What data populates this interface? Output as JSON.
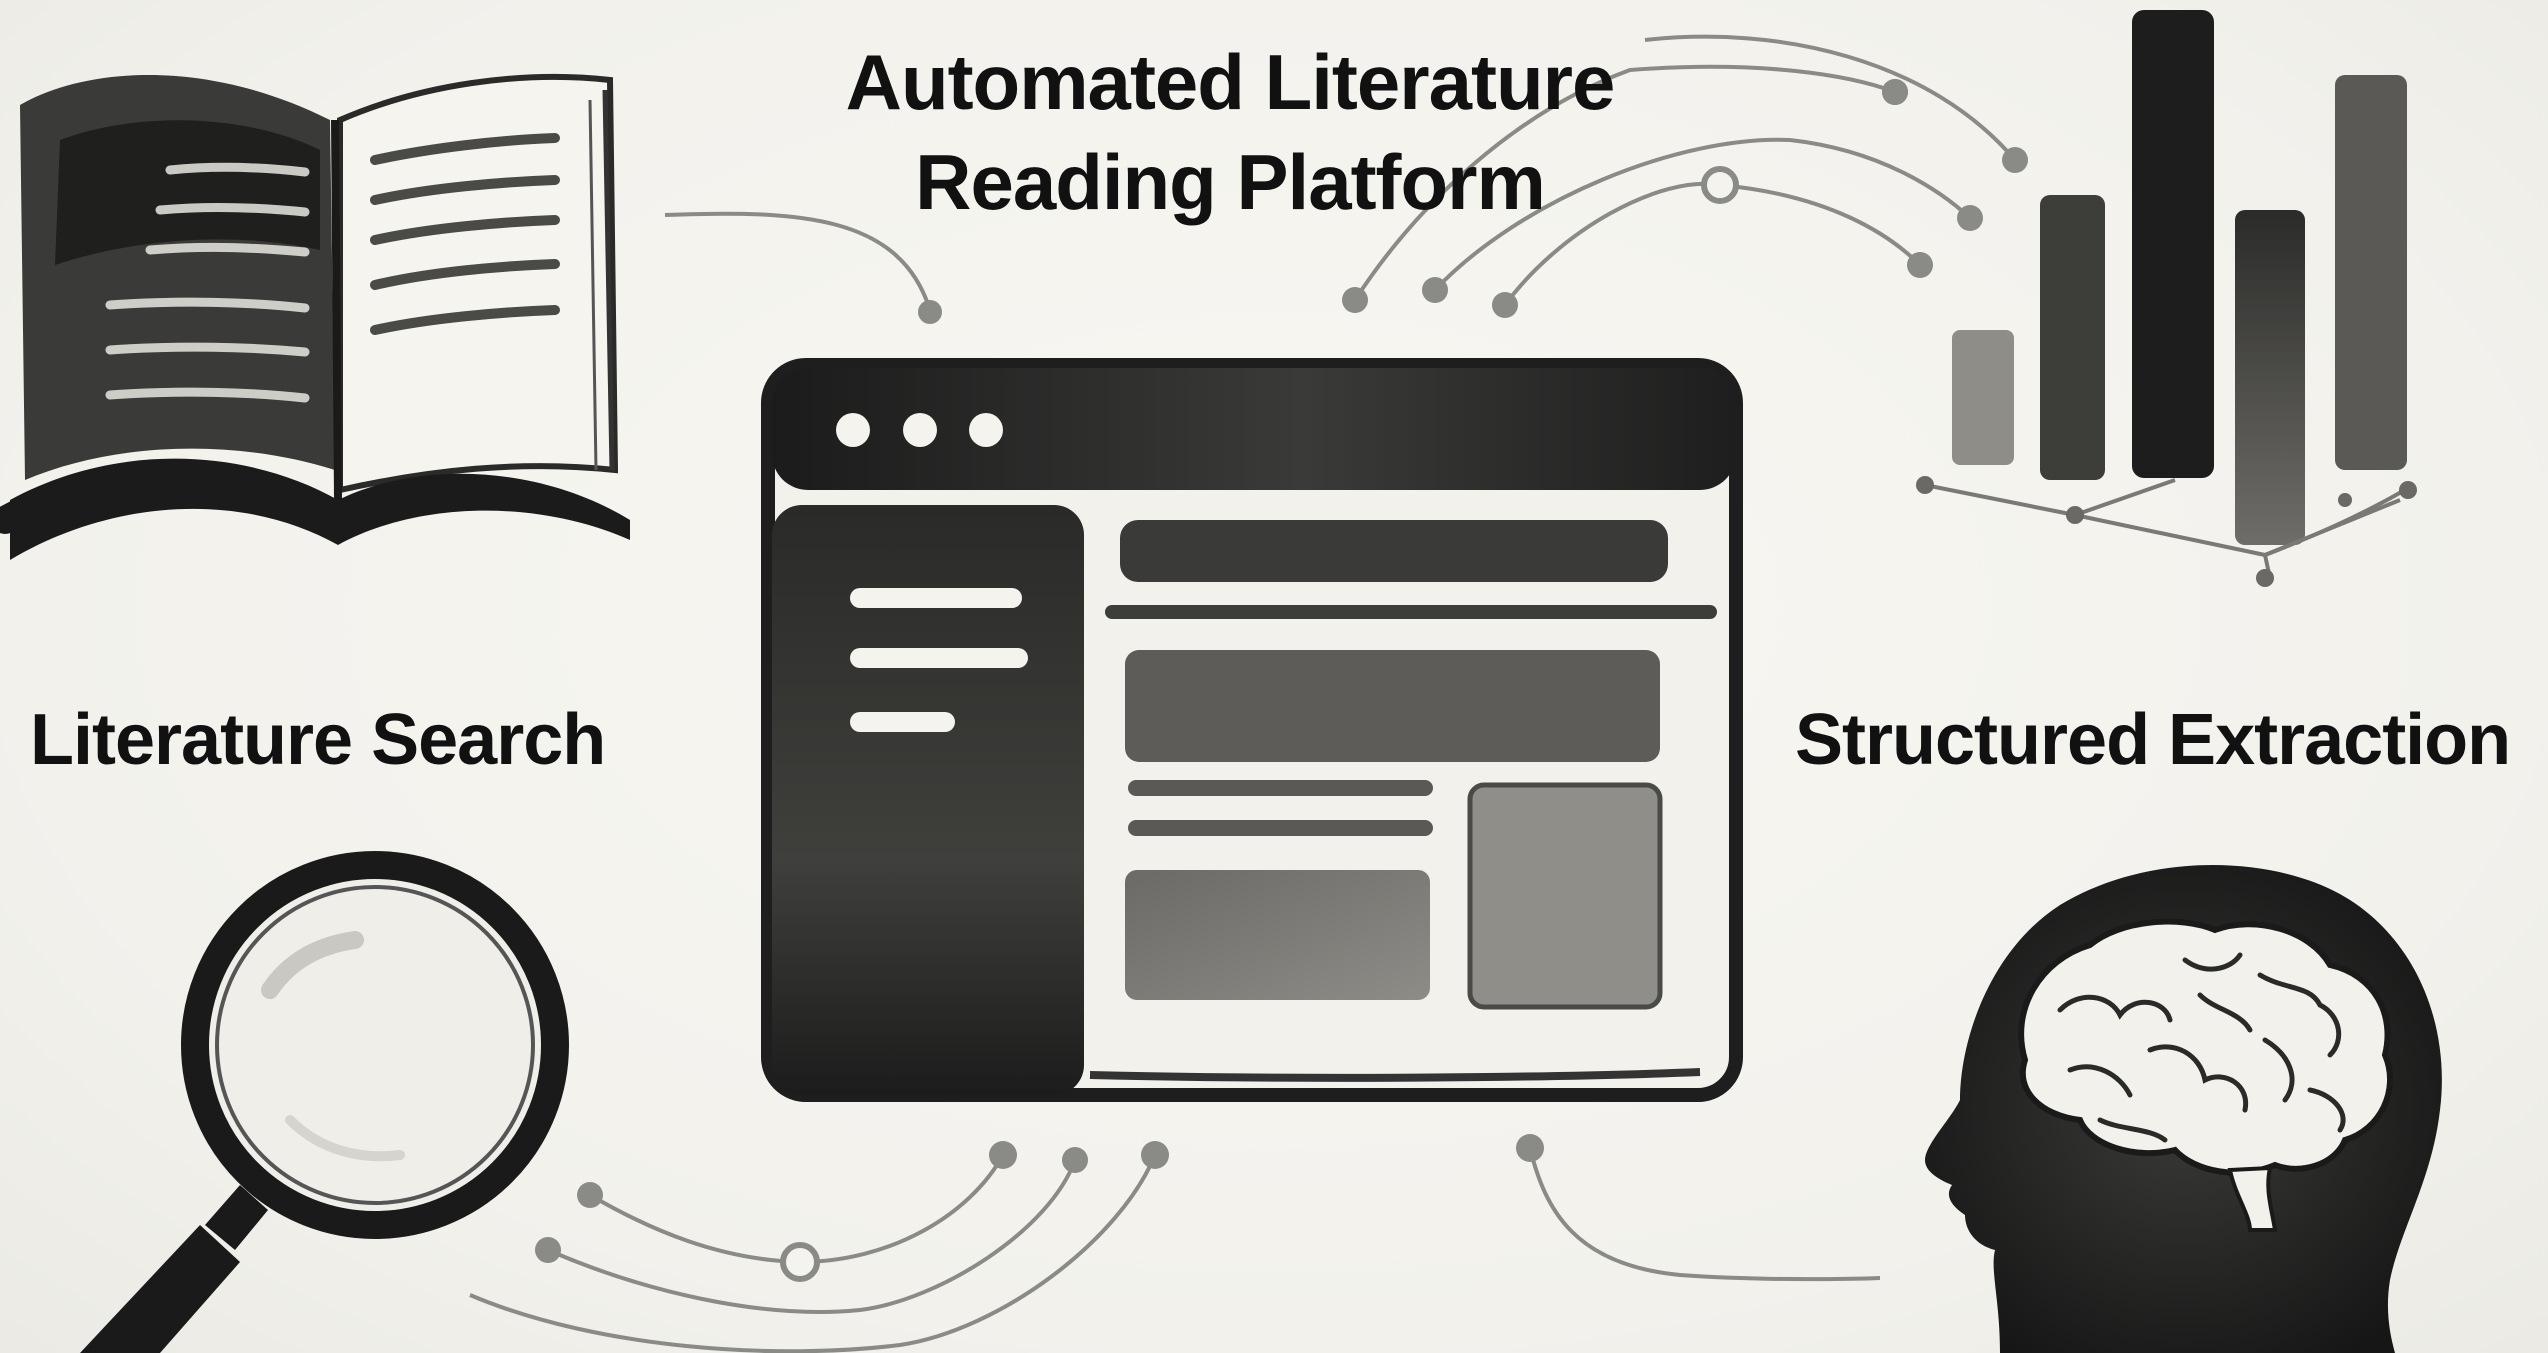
{
  "title": {
    "line1": "Automated Literature",
    "line2": "Reading Platform"
  },
  "labels": {
    "left": "Literature Search",
    "right": "Structured Extraction"
  },
  "icons": {
    "top_left": "open-book-icon",
    "bottom_left": "magnifying-glass-icon",
    "center": "browser-window-icon",
    "top_right": "bar-chart-icon",
    "bottom_right": "human-brain-icon"
  },
  "colors": {
    "ink": "#1a1a1a",
    "paper": "#f4f3ee",
    "connector": "#8a8a86"
  }
}
